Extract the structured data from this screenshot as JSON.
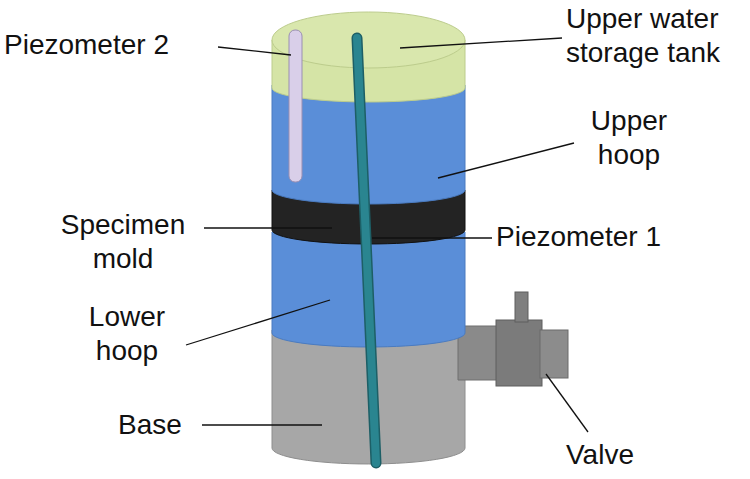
{
  "diagram": {
    "labels": [
      "Upper water storage tank",
      "Piezometer 2",
      "Upper hoop",
      "Specimen mold",
      "Piezometer 1",
      "Lower hoop",
      "Base",
      "Valve"
    ]
  }
}
